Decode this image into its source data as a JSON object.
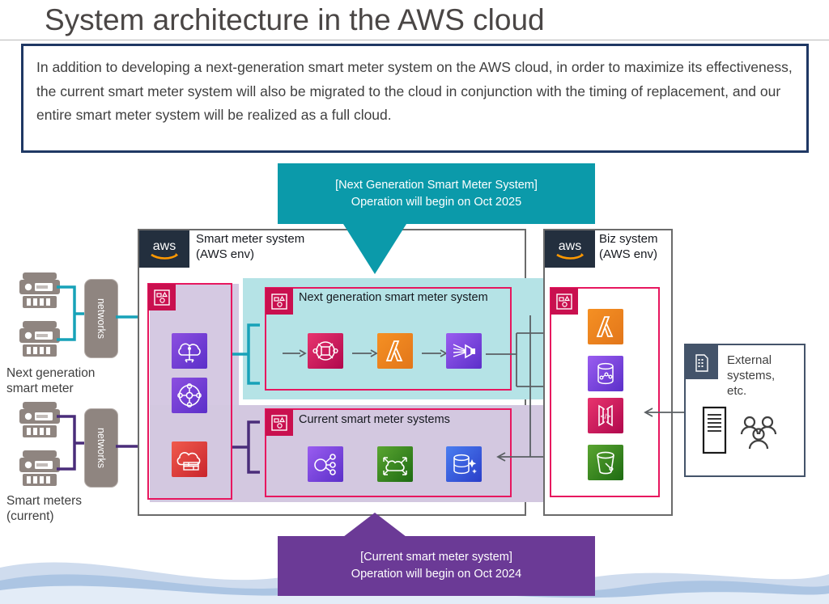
{
  "page": {
    "title": "System architecture in the AWS cloud",
    "intro": "In addition to developing a next-generation smart meter system on the AWS cloud, in order to maximize its effectiveness, the current smart meter system will also be migrated to the cloud in conjunction with the timing of replacement, and our entire smart meter system will be realized as a full cloud."
  },
  "callouts": {
    "next_generation": {
      "line1": "[Next Generation Smart Meter System]",
      "line2": "Operation will begin on Oct 2025",
      "color": "#0b9aaa"
    },
    "current": {
      "line1": "[Current smart meter system]",
      "line2": "Operation will begin on Oct 2024",
      "color": "#6b3a96"
    }
  },
  "left_column": {
    "next_gen_group": {
      "label_line1": "Next generation",
      "label_line2": "smart meter",
      "network_label": "networks",
      "link_color": "#0b9aaa",
      "meter_icon": "smart-meter-icon"
    },
    "current_group": {
      "label_line1": "Smart meters",
      "label_line2": "(current)",
      "network_label": "networks",
      "link_color": "#4a2d7a",
      "meter_icon": "smart-meter-icon"
    }
  },
  "smart_meter_system": {
    "aws_logo": "aws-logo",
    "title_line1": "Smart meter system",
    "title_line2": "(AWS env)",
    "network_zone": {
      "tag_icon": "resource-group-icon",
      "services": [
        {
          "name": "aws-direct-connect-icon",
          "color1": "#8c4fe0",
          "color2": "#5b2fc9"
        },
        {
          "name": "aws-transit-gateway-icon",
          "color1": "#8c4fe0",
          "color2": "#5b2fc9"
        },
        {
          "name": "aws-network-firewall-icon",
          "color1": "#f05a4c",
          "color2": "#c9252d"
        }
      ]
    },
    "next_generation_zone": {
      "tag_icon": "resource-group-icon",
      "label": "Next generation smart meter system",
      "services": [
        {
          "name": "aws-iot-core-icon",
          "color1": "#e8346e",
          "color2": "#b0084d"
        },
        {
          "name": "aws-lambda-icon",
          "color1": "#f59023",
          "color2": "#e2761a"
        },
        {
          "name": "aws-kinesis-data-firehose-icon",
          "color1": "#9a5df0",
          "color2": "#5b2fc9"
        }
      ]
    },
    "current_zone": {
      "tag_icon": "resource-group-icon",
      "label": "Current smart meter systems",
      "services": [
        {
          "name": "aws-cloud-map-icon",
          "color1": "#9a5df0",
          "color2": "#5b2fc9"
        },
        {
          "name": "aws-auto-scaling-icon",
          "color1": "#5aa531",
          "color2": "#1d6b12"
        },
        {
          "name": "aws-database-icon",
          "color1": "#4a7ef0",
          "color2": "#2a3ec9"
        }
      ]
    }
  },
  "biz_system": {
    "aws_logo": "aws-logo",
    "title_line1": "Biz system",
    "title_line2": "(AWS env)",
    "tag_icon": "resource-group-icon",
    "services": [
      {
        "name": "aws-lambda-icon",
        "color1": "#f59023",
        "color2": "#e2761a"
      },
      {
        "name": "aws-timestream-icon",
        "color1": "#9a5df0",
        "color2": "#5b2fc9"
      },
      {
        "name": "aws-api-gateway-icon",
        "color1": "#e8346e",
        "color2": "#b0084d"
      },
      {
        "name": "aws-s3-bucket-icon",
        "color1": "#5aa531",
        "color2": "#1d6b12"
      }
    ]
  },
  "external": {
    "badge_icon": "building-icon",
    "label_line1": "External",
    "label_line2": "systems,",
    "label_line3": "etc.",
    "icons": [
      "server-rack-icon",
      "users-group-icon"
    ]
  }
}
